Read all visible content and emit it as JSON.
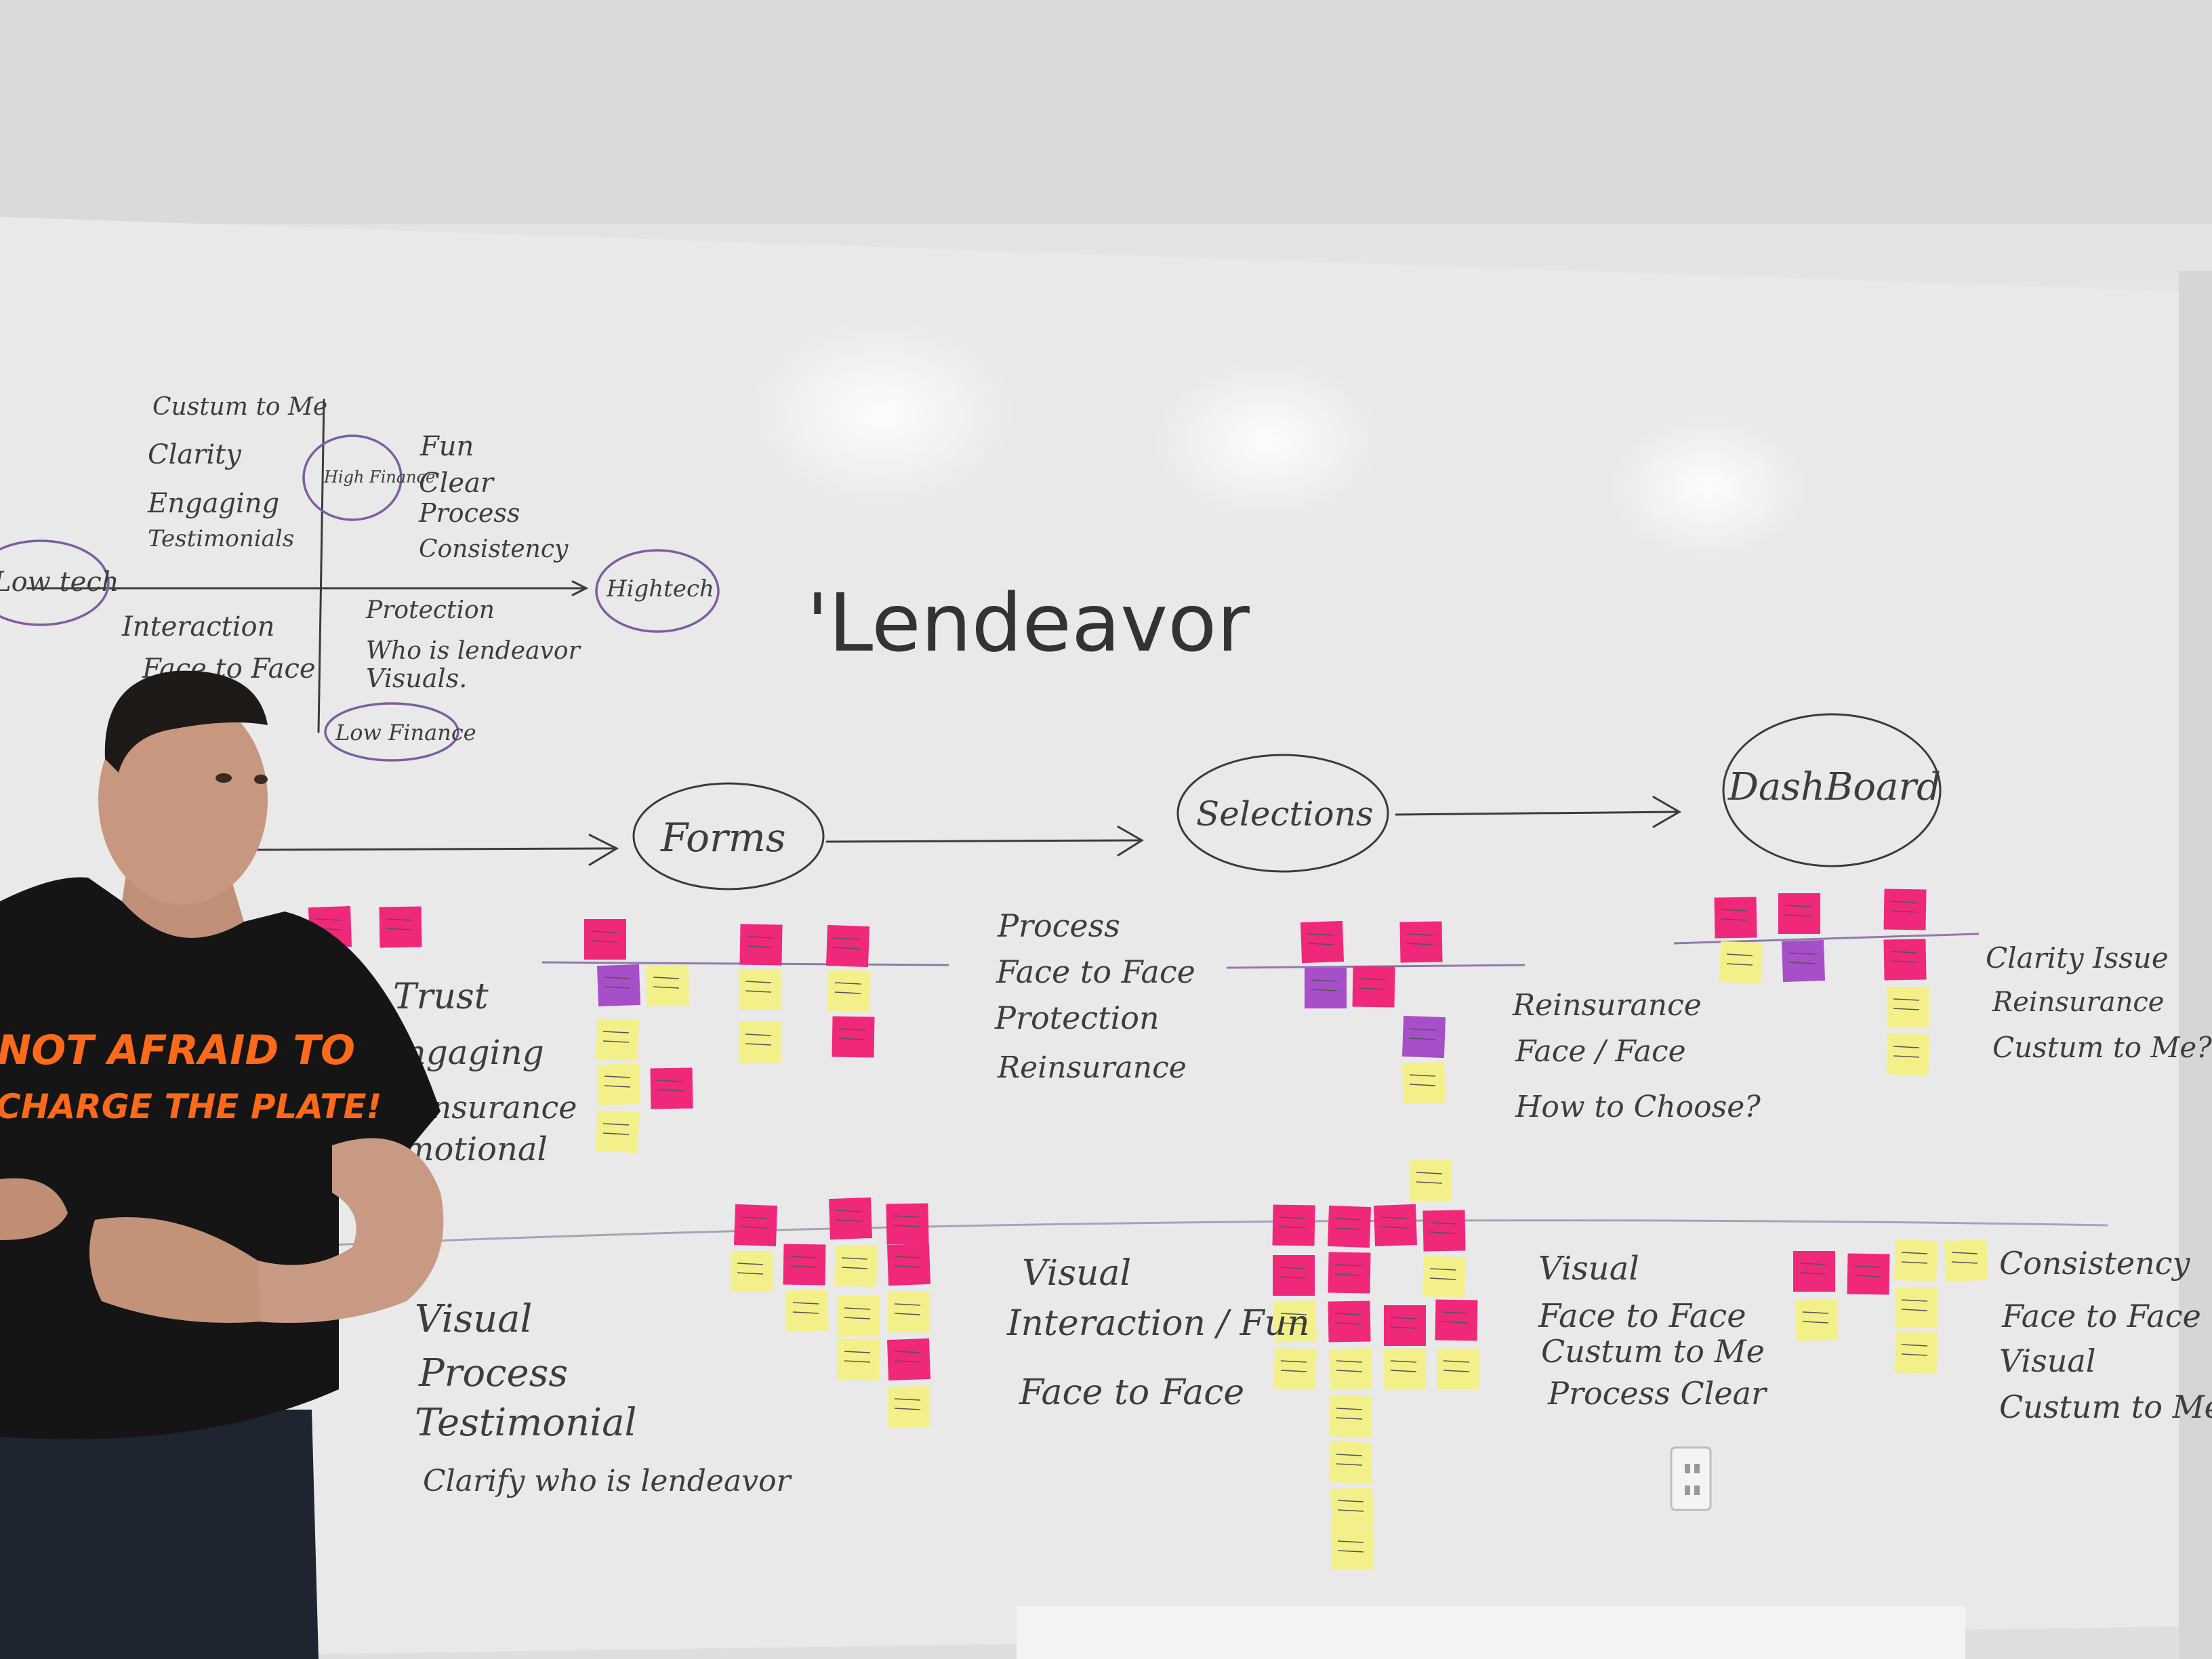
{
  "title": "'Lendeavor",
  "matrix": {
    "axis_left": "Low tech",
    "axis_right": "Hightech",
    "axis_top": "High Finance",
    "axis_bottom": "Low Finance",
    "top_left": [
      "Custum to Me",
      "Clarity",
      "Engaging",
      "Testimonials"
    ],
    "top_right": [
      "Fun",
      "Clear",
      "Process",
      "Consistency"
    ],
    "bottom_left": [
      "Interaction",
      "Face to Face"
    ],
    "bottom_right": [
      "Protection",
      "Who is lendeavor",
      "Visuals."
    ]
  },
  "flow": [
    "Forms",
    "Selections",
    "DashBoard"
  ],
  "notes": {
    "c0_top": [
      "Trust",
      "Engaging",
      "Reinsurance",
      "Emotional"
    ],
    "c0_bottom": [
      "Visual",
      "Process",
      "Testimonial",
      "Clarify who is lendeavor"
    ],
    "c1_top": [
      "Process",
      "Face to Face",
      "Protection",
      "Reinsurance"
    ],
    "c1_bottom": [
      "Visual",
      "Interaction / Fun",
      "Face to Face"
    ],
    "c2_top": [
      "Reinsurance",
      "Face / Face",
      "How to Choose?"
    ],
    "c2_bottom": [
      "Visual",
      "Face to Face",
      "Custum to Me",
      "Process Clear"
    ],
    "c3_top": [
      "Clarity Issue",
      "Reinsurance",
      "Custum to Me?"
    ],
    "c3_bottom": [
      "Consistency",
      "Face to Face",
      "Visual",
      "Custum to Me"
    ]
  },
  "shirt": [
    "NOT AFRAID TO",
    "CHARGE THE PLATE!"
  ],
  "colors": {
    "board": "#e7e7e7",
    "ink": "#3b3b3b",
    "pink": "#f0287a",
    "yellow": "#f3f08a",
    "violet": "#a64fc8",
    "circle_accent": "#7b5fa0",
    "shirt": "#151515",
    "shirt_text": "#ff6a1a"
  }
}
